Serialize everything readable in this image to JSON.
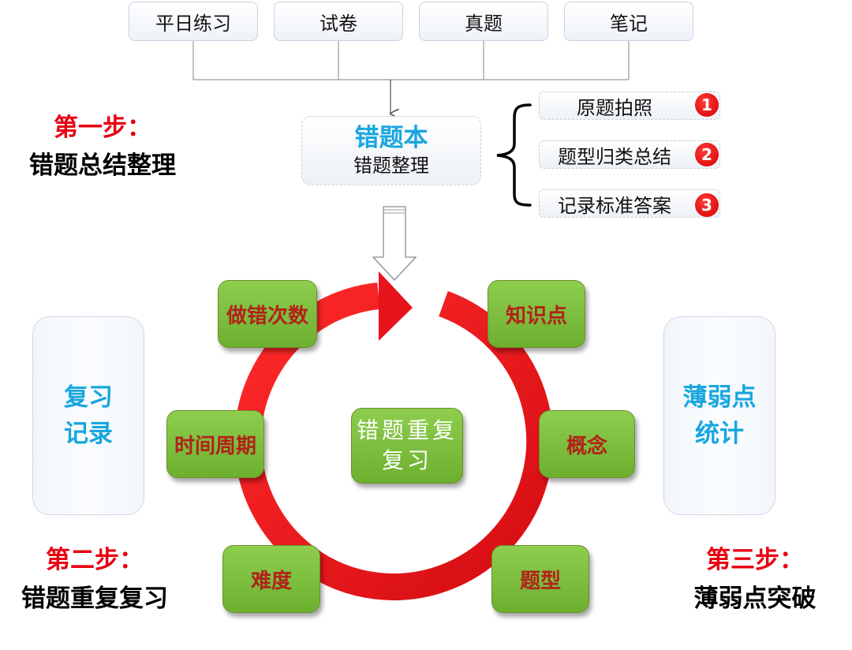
{
  "sources": [
    "平日练习",
    "试卷",
    "真题",
    "笔记"
  ],
  "notebook": {
    "title": "错题本",
    "subtitle": "错题整理"
  },
  "step1_items": [
    {
      "label": "原题拍照",
      "number": "1"
    },
    {
      "label": "题型归类总结",
      "number": "2"
    },
    {
      "label": "记录标准答案",
      "number": "3"
    }
  ],
  "steps": [
    {
      "label": "第一步：",
      "desc": "错题总结整理"
    },
    {
      "label": "第二步：",
      "desc": "错题重复复习"
    },
    {
      "label": "第三步：",
      "desc": "薄弱点突破"
    }
  ],
  "side_panels": {
    "left": {
      "line1": "复习",
      "line2": "记录"
    },
    "right": {
      "line1": "薄弱点",
      "line2": "统计"
    }
  },
  "cycle": {
    "center_line1": "错题重复",
    "center_line2": "复习",
    "nodes": [
      "做错次数",
      "知识点",
      "时间周期",
      "概念",
      "难度",
      "题型"
    ]
  },
  "colors": {
    "accent_blue": "#19a6df",
    "step_red": "#e60012",
    "ring_red": "#e8141b",
    "node_green": "#7cbf3c",
    "node_text": "#b1221a"
  }
}
